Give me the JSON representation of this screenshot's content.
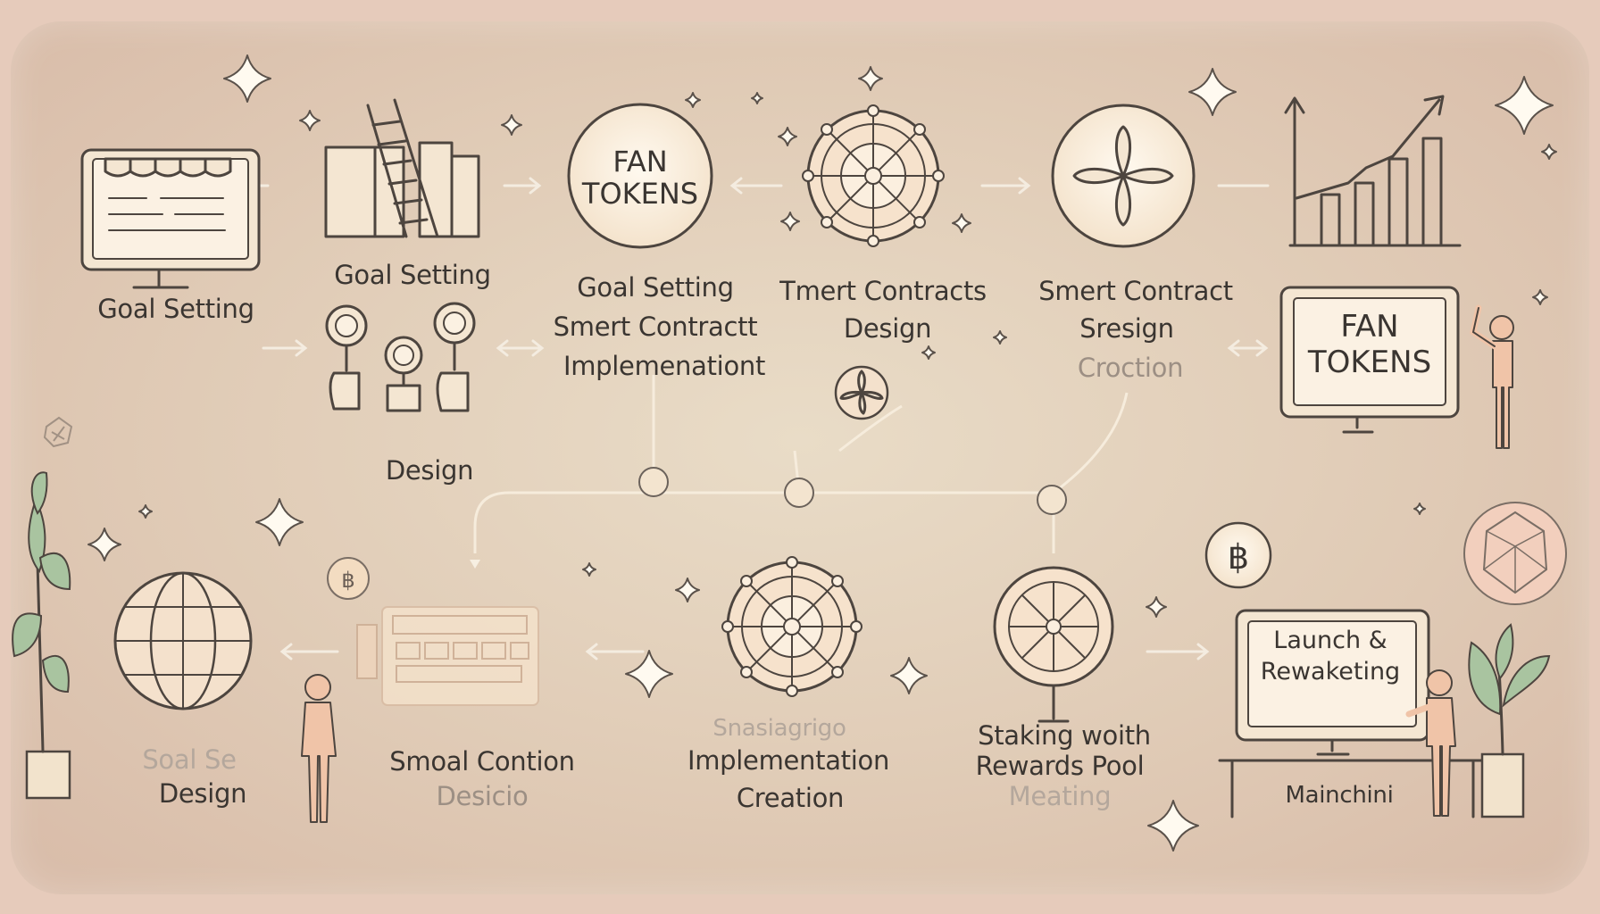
{
  "badges": {
    "fan_tokens_circle_line1": "FAN",
    "fan_tokens_circle_line2": "TOKENS",
    "fan_tokens_screen_line1": "FAN",
    "fan_tokens_screen_line2": "TOKENS",
    "launch_screen_line1": "Launch &",
    "launch_screen_line2": "Rewaketing"
  },
  "labels": {
    "goal_setting_1": "Goal Setting",
    "goal_setting_2": "Goal Setting",
    "goal_setting_3": "Goal Setting",
    "smert_contract_impl_line1": "Smert Contractt",
    "smert_contract_impl_line2": "Implemenationt",
    "tmert_contracts_line1": "Tmert Contracts",
    "tmert_contracts_line2": "Design",
    "smert_contract_line1": "Smert Contract",
    "smert_contract_line2": "Sresign",
    "smert_contract_line3": "Croction",
    "design_mid": "Design",
    "goal_se_faded": "Soal Se",
    "design_bottom_left": "Design",
    "smoal_contion_line1": "Smoal Contion",
    "smoal_contion_line2": "Desicio",
    "snasiag_faded": "Snasiagrigo",
    "implementation_line1": "Implementation",
    "implementation_line2": "Creation",
    "staking_line1": "Staking woith",
    "staking_line2": "Rewards Pool",
    "staking_line3": "Meating",
    "mainchini": "Mainchini"
  },
  "icons": [
    "monitor-storefront-icon",
    "books-ladder-icon",
    "fan-tokens-coin-icon",
    "wheel-network-icon",
    "propeller-coin-icon",
    "growth-chart-icon",
    "magnifier-people-icon",
    "fan-tokens-monitor-icon",
    "person-icon",
    "small-propeller-icon",
    "globe-icon",
    "keyboard-blueprint-icon",
    "bitcoin-coin-icon",
    "wheel-network-icon",
    "wheel-hub-icon",
    "launch-monitor-icon",
    "polyhedron-icon",
    "plant-icon",
    "sparkle-icon"
  ],
  "colors": {
    "background": "#e6cbbb",
    "panel": "#e9dcc7",
    "ink": "#3a3531",
    "accent_peach": "#f0c4a8",
    "accent_green": "#a9c4a0"
  }
}
